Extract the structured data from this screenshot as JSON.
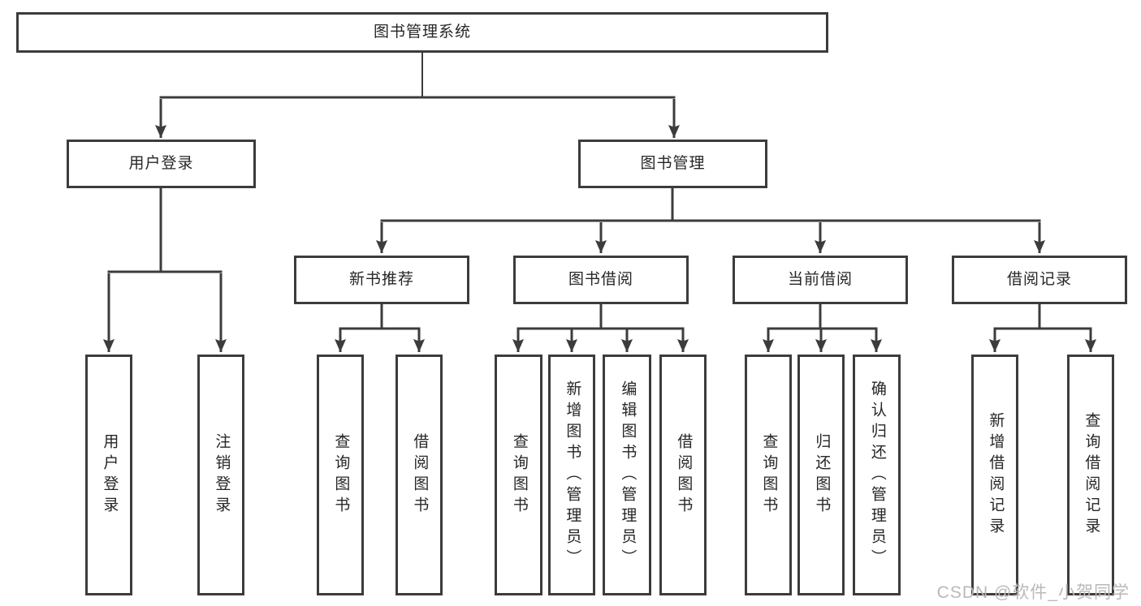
{
  "tree": {
    "label": "图书管理系统",
    "children": [
      {
        "label": "用户登录",
        "children": [
          {
            "label": "用户登录"
          },
          {
            "label": "注销登录"
          }
        ]
      },
      {
        "label": "图书管理",
        "children": [
          {
            "label": "新书推荐",
            "children": [
              {
                "label": "查询图书"
              },
              {
                "label": "借阅图书"
              }
            ]
          },
          {
            "label": "图书借阅",
            "children": [
              {
                "label": "查询图书"
              },
              {
                "label": "新增图书（管理员）"
              },
              {
                "label": "编辑图书（管理员）"
              },
              {
                "label": "借阅图书"
              }
            ]
          },
          {
            "label": "当前借阅",
            "children": [
              {
                "label": "查询图书"
              },
              {
                "label": "归还图书"
              },
              {
                "label": "确认归还（管理员）"
              }
            ]
          },
          {
            "label": "借阅记录",
            "children": [
              {
                "label": "新增借阅记录"
              },
              {
                "label": "查询借阅记录"
              }
            ]
          }
        ]
      }
    ]
  },
  "watermark": {
    "text": "CSDN @软件_小贺同学"
  },
  "colors": {
    "line": "#3c3c3c",
    "box_border": "#3c3c3c",
    "box_background": "#ffffff",
    "text": "#262626",
    "watermark": "#b9b9b9",
    "page_background": "#ffffff"
  }
}
